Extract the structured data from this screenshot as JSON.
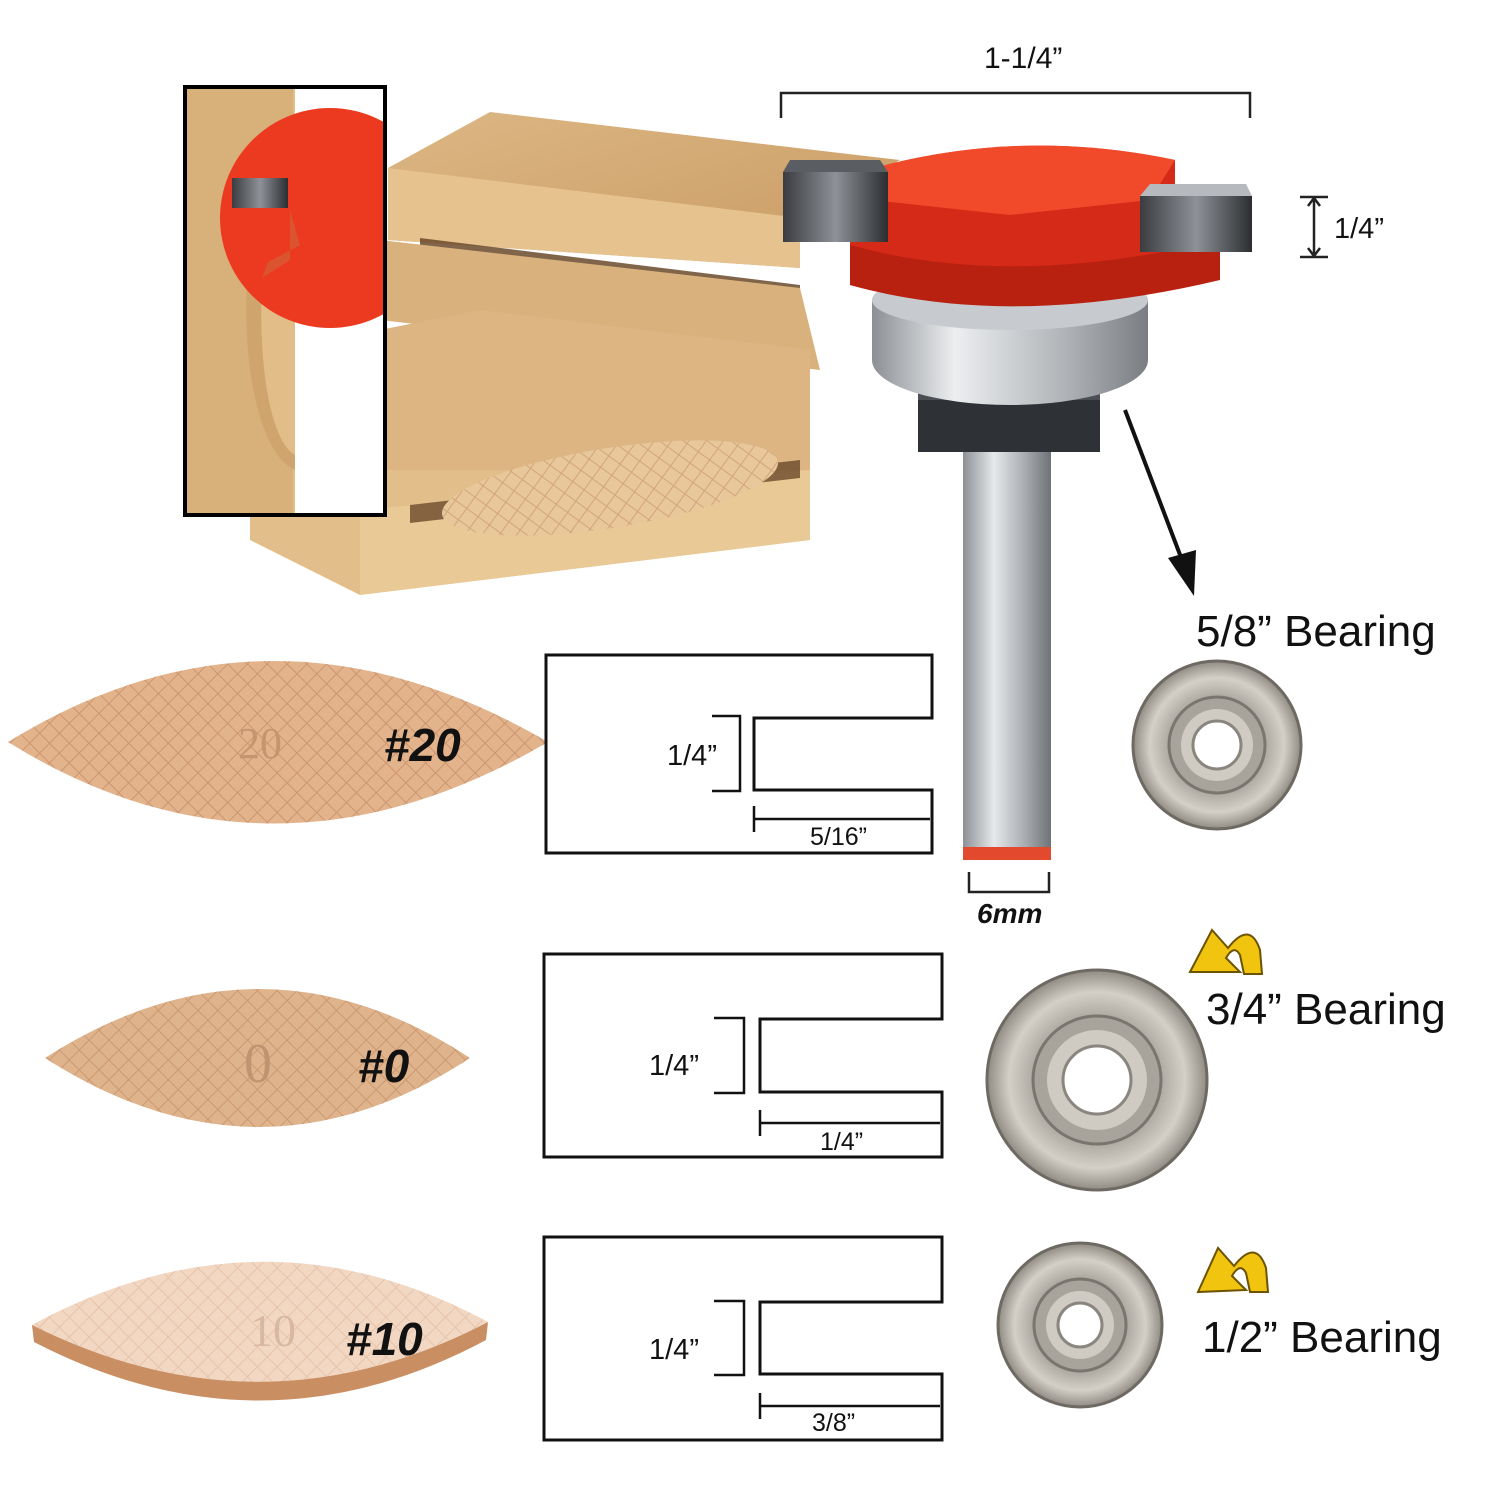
{
  "cutter": {
    "overall_diameter": "1-1/4”",
    "cut_height": "1/4”",
    "shank": "6mm"
  },
  "bearings": [
    {
      "label": "5/8” Bearing"
    },
    {
      "label": "3/4” Bearing"
    },
    {
      "label": "1/2” Bearing"
    }
  ],
  "biscuits": [
    {
      "name": "#20",
      "stamp": "20",
      "slot_height": "1/4”",
      "slot_depth": "5/16”"
    },
    {
      "name": "#0",
      "stamp": "0",
      "slot_height": "1/4”",
      "slot_depth": "1/4”"
    },
    {
      "name": "#10",
      "stamp": "10",
      "slot_height": "1/4”",
      "slot_depth": "3/8”"
    }
  ],
  "colors": {
    "cutter_body": "#e8321f",
    "wood": "#e6c38e",
    "biscuit": "#e3b38c",
    "bearing_metal": "#b9b4ab",
    "swap_arrow": "#f1c40f"
  }
}
